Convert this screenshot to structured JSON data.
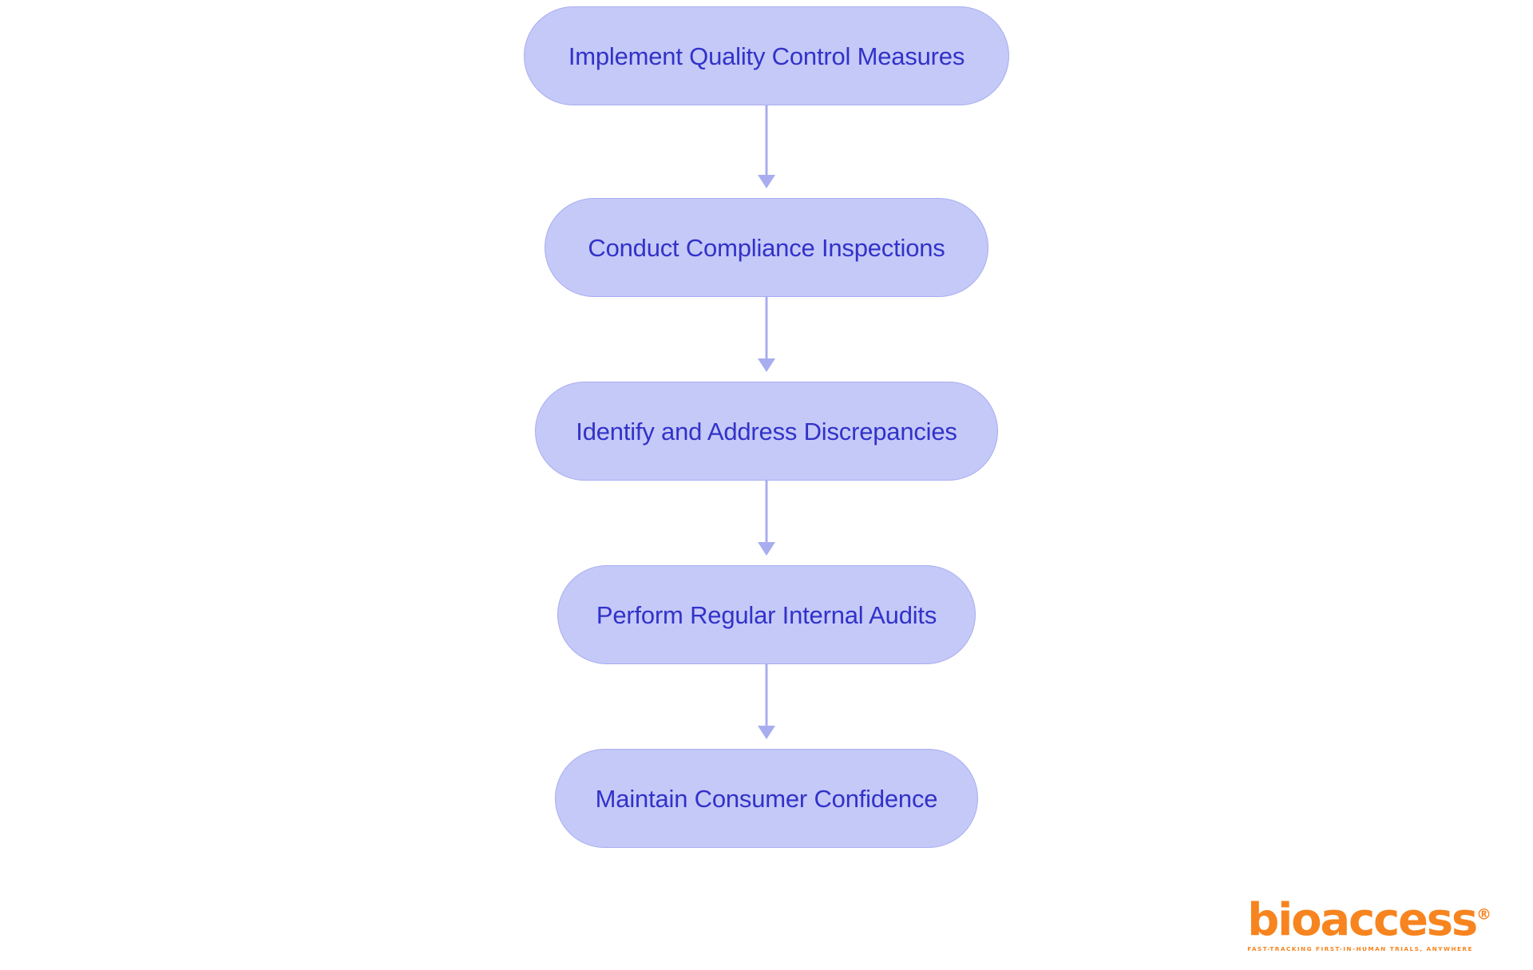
{
  "diagram": {
    "type": "flowchart",
    "orientation": "vertical",
    "background_color": "#ffffff",
    "node_fill_color": "#c5c9f8",
    "node_border_color": "#a8adef",
    "node_text_color": "#3232c8",
    "connector_color": "#a8adef",
    "nodes": [
      {
        "id": "n0",
        "label": "Implement Quality Control Measures"
      },
      {
        "id": "n1",
        "label": "Conduct Compliance Inspections"
      },
      {
        "id": "n2",
        "label": "Identify and Address Discrepancies"
      },
      {
        "id": "n3",
        "label": "Perform Regular Internal Audits"
      },
      {
        "id": "n4",
        "label": "Maintain Consumer Confidence"
      }
    ],
    "edges": [
      {
        "from": "n0",
        "to": "n1",
        "arrow": "down"
      },
      {
        "from": "n1",
        "to": "n2",
        "arrow": "down"
      },
      {
        "from": "n2",
        "to": "n3",
        "arrow": "down"
      },
      {
        "from": "n3",
        "to": "n4",
        "arrow": "down"
      }
    ]
  },
  "logo": {
    "wordmark": "bioaccess",
    "registered_mark": "®",
    "tagline": "FAST-TRACKING FIRST-IN-HUMAN TRIALS, ANYWHERE",
    "color": "#f7841f"
  }
}
